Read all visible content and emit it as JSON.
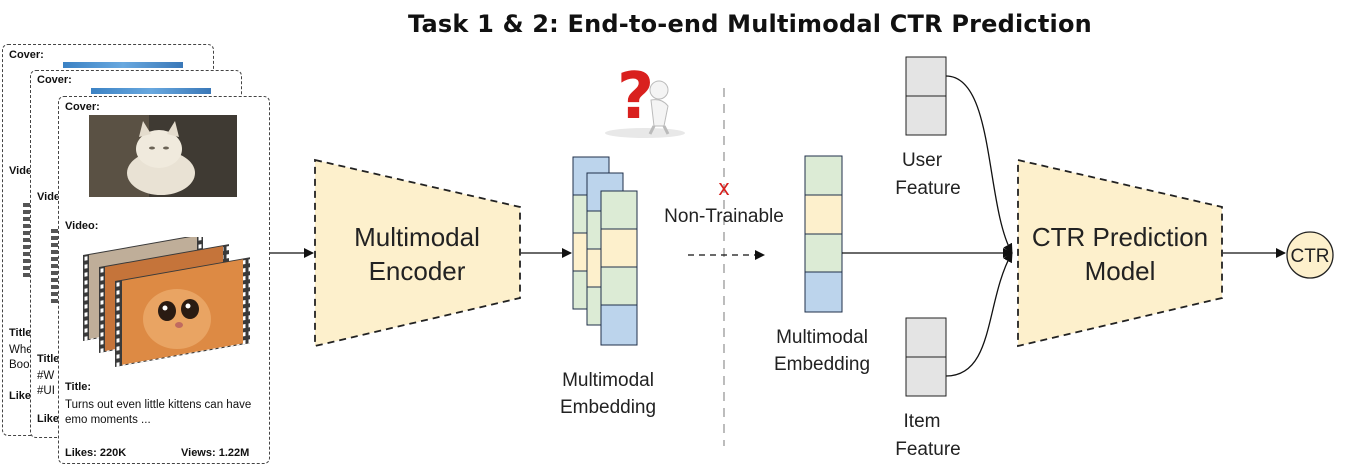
{
  "title": "Task 1 & 2: End-to-end Multimodal CTR Prediction",
  "cards": {
    "back2": {
      "cover_label": "Cover:",
      "video_label": "Vide",
      "title_label": "Title",
      "text_lines": [
        "Whe",
        "Boo"
      ],
      "likes_label": "Likes"
    },
    "back1": {
      "cover_label": "Cover:",
      "video_label": "Vide",
      "title_label": "Title",
      "text_lines": [
        "#W",
        "#UI"
      ],
      "likes_label": "Likes"
    },
    "front": {
      "cover_label": "Cover:",
      "video_label": "Video:",
      "title_label": "Title:",
      "title_lines": [
        "Turns out even little kittens can have",
        "emo moments ..."
      ],
      "likes": "Likes: 220K",
      "views": "Views: 1.22M"
    }
  },
  "encoder": {
    "line1": "Multimodal",
    "line2": "Encoder"
  },
  "emb_left": {
    "line1": "Multimodal",
    "line2": "Embedding"
  },
  "emb_right": {
    "line1": "Multimodal",
    "line2": "Embedding"
  },
  "non_trainable": {
    "mark": "x",
    "label": "Non-Trainable"
  },
  "user_feature": {
    "line1": "User",
    "line2": "Feature"
  },
  "item_feature": {
    "line1": "Item",
    "line2": "Feature"
  },
  "ctr_model": {
    "line1": "CTR Prediction",
    "line2": "Model"
  },
  "output": {
    "label": "CTR"
  },
  "colors": {
    "trapezoid_fill": "#fdf0cc",
    "emb_blue": "#bcd4ec",
    "emb_green": "#dcebd5",
    "emb_yellow": "#fdf0cc",
    "feature_gray": "#e4e4e4",
    "cross_red": "#d9201e"
  }
}
